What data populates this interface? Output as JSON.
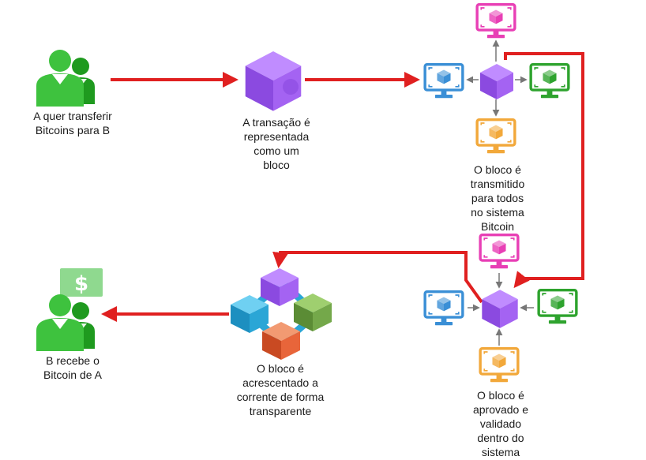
{
  "labels": {
    "a_sender": "A quer transferir\nBitcoins para B",
    "transaction": "A transação é\nrepresentada\ncomo um\nbloco",
    "broadcast": "O bloco é\ntransmitido\npara todos\nno sistema\nBitcoin",
    "validated": "O bloco é\naprovado e\nvalidado\ndentro do\nsistema",
    "chain": "O bloco é\nacrescentado a\ncorrente de forma\ntransparente",
    "b_receiver": "B recebe o\nBitcoin de A"
  },
  "money_symbol": "$",
  "icons": {
    "person": "person-pair-icon",
    "block": "cube-icon",
    "monitor": "monitor-icon",
    "chain": "blockchain-icon"
  },
  "colors": {
    "flow_arrow": "#e02020",
    "person": "#3ec23e",
    "person_dark": "#1f9a1f",
    "block": "#a463f2",
    "block_dark": "#7d3fd1",
    "monitor_pink": "#e83fb5",
    "monitor_blue": "#3a8fd6",
    "monitor_green": "#2ea32e",
    "monitor_orange": "#f2a83a",
    "chain_blue": "#2aa6d6",
    "chain_green": "#74a84a",
    "chain_orange": "#e8653a",
    "money": "#8fd98f"
  }
}
